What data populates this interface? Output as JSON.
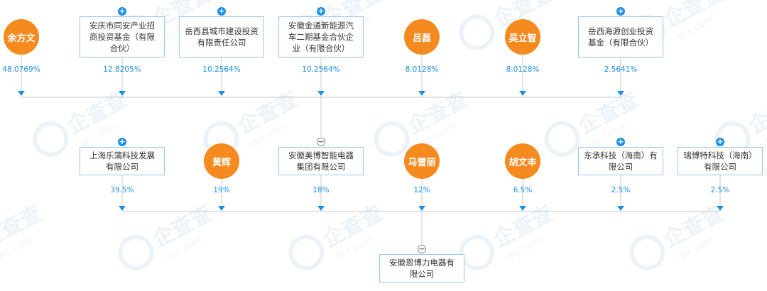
{
  "tier1": [
    {
      "label": "余方文",
      "type": "person",
      "percent": "48.0769%"
    },
    {
      "label": "安庆市同安产业招\n商投资基金（有限\n合伙）",
      "type": "company",
      "percent": "12.8205%"
    },
    {
      "label": "岳西县城市建设投资\n有限责任公司",
      "type": "company",
      "percent": "10.2564%"
    },
    {
      "label": "安徽金通新能源汽\n车二期基金合伙企\n业（有限合伙）",
      "type": "company",
      "percent": "10.2564%"
    },
    {
      "label": "吕磊",
      "type": "person",
      "percent": "8.0128%"
    },
    {
      "label": "吴立智",
      "type": "person",
      "percent": "8.0128%"
    },
    {
      "label": "岳西海源创业投资\n基金（有限合伙）",
      "type": "company",
      "percent": "2.5641%"
    }
  ],
  "tier2": [
    {
      "label": "上海乐蒲科技发展\n有限公司",
      "type": "company",
      "percent": "39.5%"
    },
    {
      "label": "黄辉",
      "type": "person",
      "percent": "19%"
    },
    {
      "label": "安徽美博智能电器\n集团有限公司",
      "type": "company",
      "percent": "18%",
      "expanded": true
    },
    {
      "label": "马雪丽",
      "type": "person",
      "percent": "12%"
    },
    {
      "label": "胡文丰",
      "type": "person",
      "percent": "6.5%"
    },
    {
      "label": "东承科技（海南）有\n限公司",
      "type": "company",
      "percent": "2.5%"
    },
    {
      "label": "瑞博特科技（海南）\n有限公司",
      "type": "company",
      "percent": "2.5%"
    }
  ],
  "target": {
    "label": "安徽恩博力电器有\n限公司"
  },
  "watermark": {
    "text": "企查查",
    "subtext": "qcc.com"
  },
  "colors": {
    "accent": "#1a8fe8",
    "person": "#f58a1f",
    "border": "#9ac6ee",
    "line": "#c8c8c8"
  }
}
